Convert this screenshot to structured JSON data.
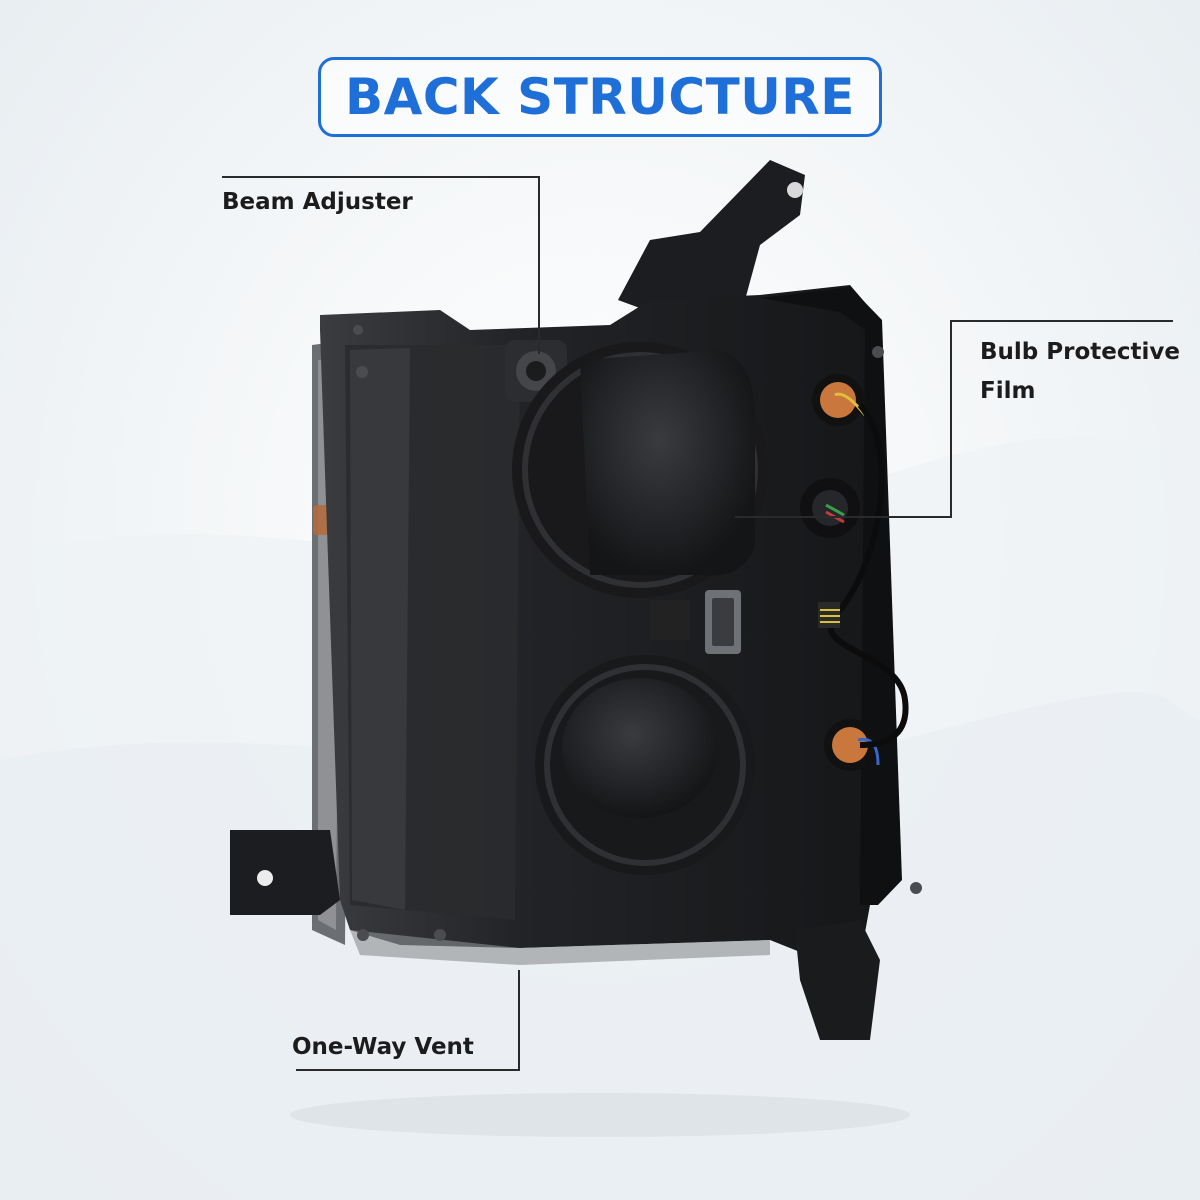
{
  "title": "BACK STRUCTURE",
  "callouts": {
    "beam_adjuster": "Beam Adjuster",
    "bulb_protective_film_line1": "Bulb Protective",
    "bulb_protective_film_line2": "Film",
    "one_way_vent": "One-Way Vent"
  },
  "colors": {
    "accent": "#1f6fd8",
    "text": "#1c1c1c",
    "housing": "#1b1c1e"
  }
}
